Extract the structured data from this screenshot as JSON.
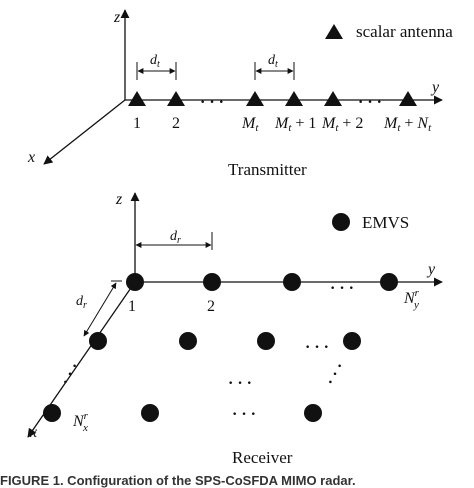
{
  "transmitter": {
    "legend": "scalar antenna",
    "axis_z": "z",
    "axis_y": "y",
    "axis_x": "x",
    "spacing": "d",
    "spacing_sub": "t",
    "label_1": "1",
    "label_2": "2",
    "label_Mt": "M",
    "label_Mt_sub": "t",
    "label_Mt1": "M",
    "label_Mt1_sub": "t",
    "label_Mt1_tail": " + 1",
    "label_Mt2": "M",
    "label_Mt2_sub": "t",
    "label_Mt2_tail": " + 2",
    "label_end": "M",
    "label_end_sub": "t",
    "label_end_plus": " + ",
    "label_end_N": "N",
    "label_end_N_sub": "t",
    "title": "Transmitter"
  },
  "receiver": {
    "legend": "EMVS",
    "axis_z": "z",
    "axis_y": "y",
    "axis_x": "x",
    "spacing": "d",
    "spacing_sub": "r",
    "label_1": "1",
    "label_2": "2",
    "label_Ny": "N",
    "label_Ny_sup": "r",
    "label_Ny_sub": "y",
    "label_Nx": "N",
    "label_Nx_sup": "r",
    "label_Nx_sub": "x",
    "dots": "· · ·",
    "title": "Receiver"
  },
  "caption": "FIGURE 1.  Configuration of the SPS-CoSFDA MIMO radar."
}
